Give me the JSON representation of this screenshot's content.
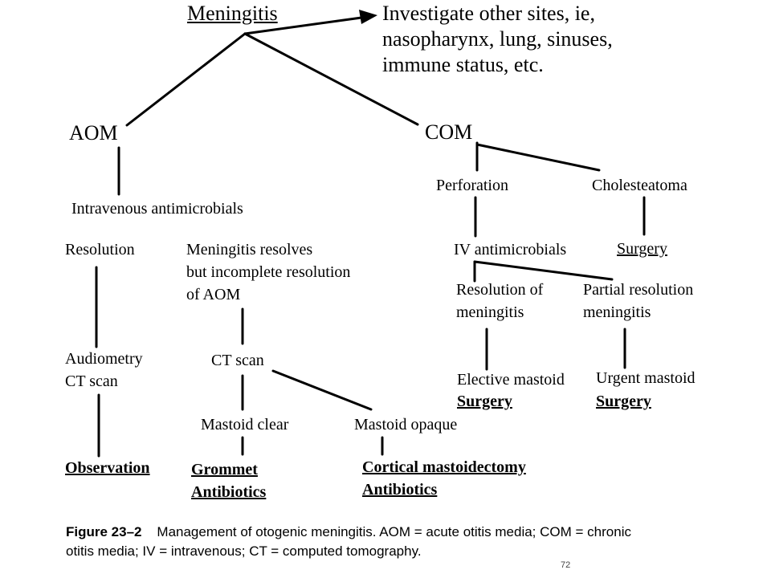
{
  "nodes": {
    "meningitis": "Meningitis",
    "investigate": "Investigate other sites, ie,\nnasopharynx, lung, sinuses,\nimmune status, etc.",
    "aom": "AOM",
    "com": "COM",
    "iv_antimicrobials_aom": "Intravenous antimicrobials",
    "resolution": "Resolution",
    "meningitis_resolves": "Meningitis resolves\nbut incomplete resolution\nof AOM",
    "audiometry": "Audiometry\nCT scan",
    "observation": "Observation",
    "ct_scan": "CT scan",
    "mastoid_clear": "Mastoid clear",
    "mastoid_opaque": "Mastoid opaque",
    "grommet_antibiotics": "Grommet\nAntibiotics",
    "cortical_mastoidectomy": "Cortical mastoidectomy\nAntibiotics",
    "perforation": "Perforation",
    "cholesteatoma": "Cholesteatoma",
    "iv_antimicrobials_com": "IV antimicrobials",
    "surgery_cholesteatoma": "Surgery",
    "resolution_of_meningitis": "Resolution of\nmeningitis",
    "partial_resolution": "Partial resolution\nmeningitis",
    "elective_mastoid": "Elective mastoid",
    "elective_surgery": "Surgery",
    "urgent_mastoid": "Urgent mastoid",
    "urgent_surgery": "Surgery"
  },
  "caption": {
    "figure_label": "Figure 23–2",
    "text_line1": "Management of otogenic meningitis. AOM = acute otitis media; COM = chronic",
    "text_line2": "otitis media; IV = intravenous; CT = computed tomography."
  },
  "page_number": "72",
  "colors": {
    "line": "#000000",
    "text": "#000000",
    "background": "#ffffff"
  }
}
